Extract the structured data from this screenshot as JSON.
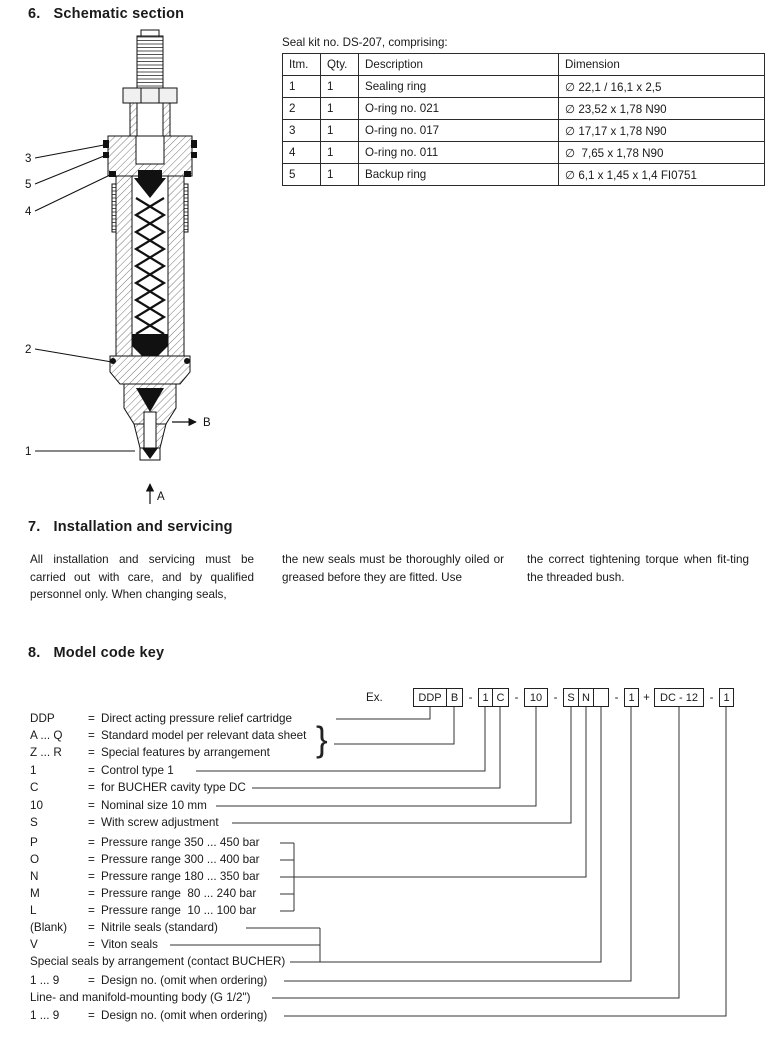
{
  "document": {
    "sections": [
      {
        "num": "6.",
        "title": "Schematic section"
      },
      {
        "num": "7.",
        "title": "Installation and servicing"
      },
      {
        "num": "8.",
        "title": "Model code key"
      }
    ]
  },
  "seal_kit_table": {
    "caption": "Seal kit no. DS-207, comprising:",
    "headers": {
      "itm": "Itm.",
      "qty": "Qty.",
      "description": "Description",
      "dimension": "Dimension"
    },
    "rows": [
      {
        "itm": "1",
        "qty": "1",
        "description": "Sealing ring",
        "dimension": "∅ 22,1 / 16,1 x 2,5"
      },
      {
        "itm": "2",
        "qty": "1",
        "description": "O-ring no. 021",
        "dimension": "∅ 23,52 x 1,78 N90"
      },
      {
        "itm": "3",
        "qty": "1",
        "description": "O-ring no. 017",
        "dimension": "∅ 17,17 x 1,78 N90"
      },
      {
        "itm": "4",
        "qty": "1",
        "description": "O-ring no. 011",
        "dimension": "∅  7,65 x 1,78 N90"
      },
      {
        "itm": "5",
        "qty": "1",
        "description": "Backup ring",
        "dimension": "∅ 6,1 x 1,45 x 1,4 FI0751"
      }
    ]
  },
  "schematic": {
    "callouts": [
      "3",
      "5",
      "4",
      "2",
      "1"
    ],
    "ports": {
      "a": "A",
      "b": "B"
    }
  },
  "installation": {
    "col1": "All installation and servicing must be carried out with care, and by qualified personnel only. When changing seals,",
    "col2": "the new seals must be thoroughly oiled or greased before they are fitted. Use",
    "col3": "the correct tightening torque when fit-ting the threaded bush."
  },
  "model_code": {
    "example_label": "Ex.",
    "brace": "}",
    "boxes": [
      "DDP",
      "B",
      "1",
      "C",
      "10",
      "S",
      "N",
      "",
      "1",
      "DC - 12",
      "1"
    ],
    "seps": [
      "-",
      "-",
      "-",
      "-",
      "+",
      "-"
    ],
    "rows": [
      {
        "code": "DDP",
        "eq": "=",
        "text": "Direct acting pressure relief cartridge"
      },
      {
        "code": "A ... Q",
        "eq": "=",
        "text": "Standard model per relevant data sheet"
      },
      {
        "code": "Z ... R",
        "eq": "=",
        "text": "Special features by arrangement"
      },
      {
        "code": "1",
        "eq": "=",
        "text": "Control type 1"
      },
      {
        "code": "C",
        "eq": "=",
        "text": "for BUCHER cavity type DC"
      },
      {
        "code": "10",
        "eq": "=",
        "text": "Nominal size 10 mm"
      },
      {
        "code": "S",
        "eq": "=",
        "text": "With screw adjustment"
      },
      {
        "code": "P",
        "eq": "=",
        "text": "Pressure range 350 ... 450 bar"
      },
      {
        "code": "O",
        "eq": "=",
        "text": "Pressure range 300 ... 400 bar"
      },
      {
        "code": "N",
        "eq": "=",
        "text": "Pressure range 180 ... 350 bar"
      },
      {
        "code": "M",
        "eq": "=",
        "text": "Pressure range  80 ... 240 bar"
      },
      {
        "code": "L",
        "eq": "=",
        "text": "Pressure range  10 ... 100 bar"
      },
      {
        "code": "(Blank)",
        "eq": "=",
        "text": "Nitrile seals (standard)"
      },
      {
        "code": "V",
        "eq": "=",
        "text": "Viton seals"
      },
      {
        "code": "",
        "eq": "",
        "text": "Special seals by arrangement (contact BUCHER)"
      },
      {
        "code": "1 ... 9",
        "eq": "=",
        "text": "Design no. (omit when ordering)"
      },
      {
        "code": "",
        "eq": "",
        "text": "Line- and manifold-mounting body (G 1/2\")"
      },
      {
        "code": "1 ... 9",
        "eq": "=",
        "text": "Design no. (omit when ordering)"
      }
    ]
  }
}
